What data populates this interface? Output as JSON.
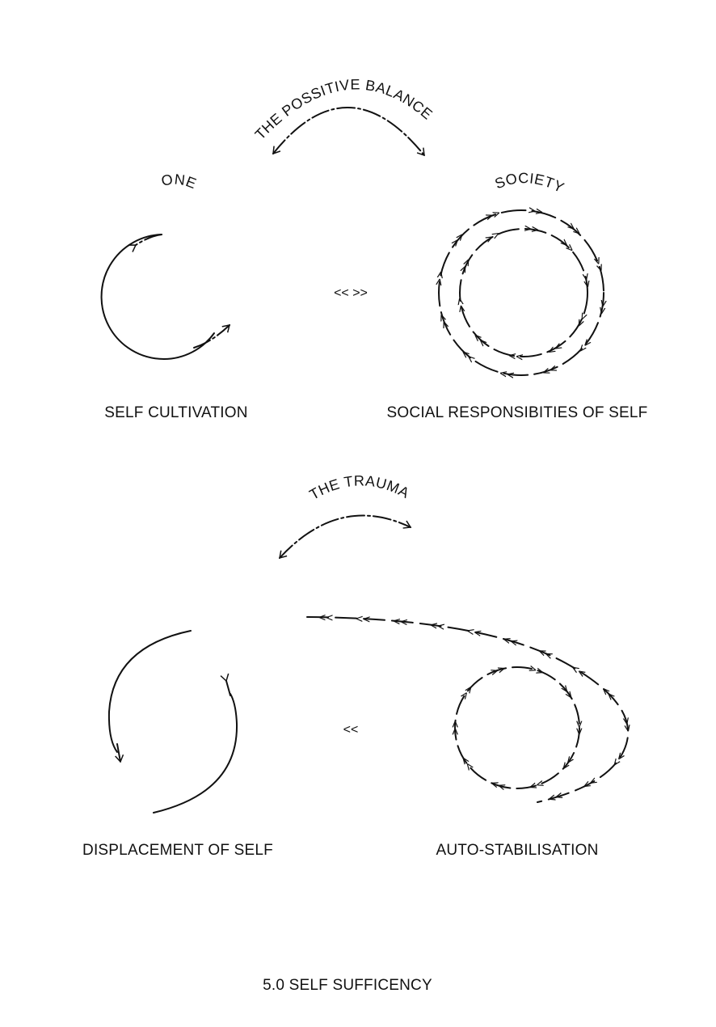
{
  "top": {
    "arc_label": "THE POSSITIVE BALANCE",
    "left_word": "ONE",
    "right_word": "SOCIETY",
    "connector": "<< >>",
    "left_caption": "SELF CULTIVATION",
    "right_caption": "SOCIAL RESPONSIBITIES OF SELF"
  },
  "bottom": {
    "arc_label": "THE TRAUMA",
    "connector": "<<",
    "left_caption": "DISPLACEMENT OF SELF",
    "right_caption": "AUTO-STABILISATION"
  },
  "footer": {
    "title": "5.0 SELF SUFFICENCY"
  },
  "arrow_glyphs": {
    "forward": ">>",
    "backward": "<<"
  }
}
